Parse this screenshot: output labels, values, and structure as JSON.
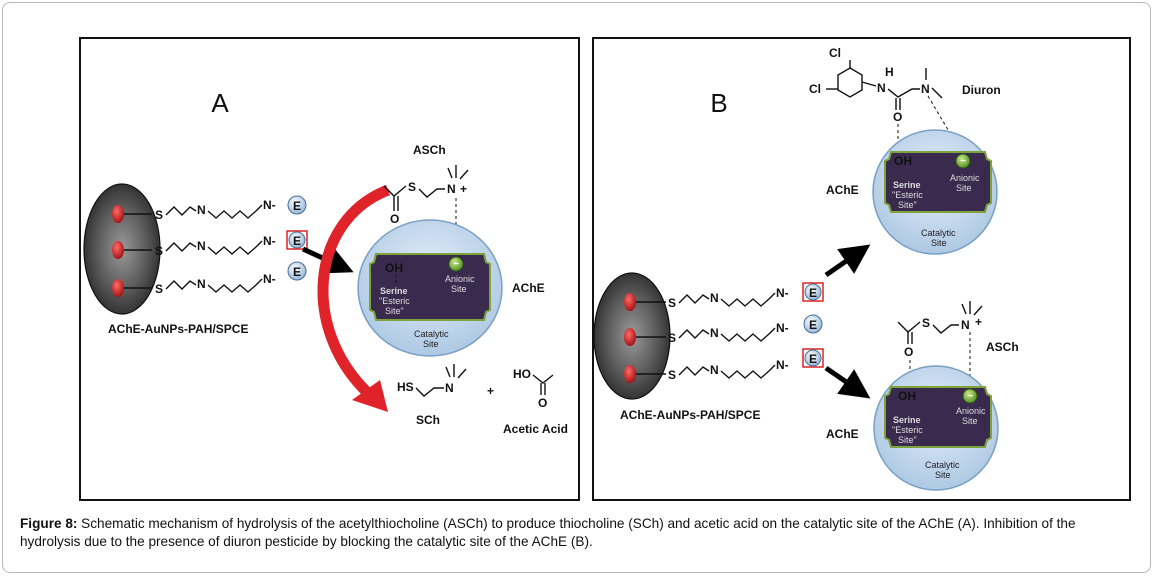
{
  "panelA": {
    "letter": "A",
    "electrode_label": "AChE-AuNPs-PAH/SPCE",
    "substrate_label": "ASCh",
    "enzyme_label": "AChE",
    "product1_label": "SCh",
    "product2_label": "Acetic Acid",
    "plus": "+",
    "catalytic_label_1": "Catalytic",
    "catalytic_label_2": "Site",
    "serine_label": "Serine",
    "esteric_label_1": "\"Esteric",
    "esteric_label_2": "Site\"",
    "anionic_label_1": "Anionic",
    "anionic_label_2": "Site",
    "oh_label": "OH",
    "enzyme_marker": "E"
  },
  "panelB": {
    "letter": "B",
    "electrode_label": "AChE-AuNPs-PAH/SPCE",
    "inhibitor_label": "Diuron",
    "substrate_label": "ASCh",
    "enzyme_label_top": "AChE",
    "enzyme_label_bottom": "AChE",
    "catalytic_label_1": "Catalytic",
    "catalytic_label_2": "Site",
    "serine_label": "Serine",
    "esteric_label_1": "\"Esteric",
    "esteric_label_2": "Site\"",
    "anionic_label_1": "Anionic",
    "anionic_label_2": "Site",
    "oh_label": "OH",
    "enzyme_marker": "E"
  },
  "caption": {
    "prefix": "Figure 8:",
    "text": " Schematic mechanism of hydrolysis of the acetylthiocholine (ASCh) to produce thiocholine (SCh) and acetic acid on the catalytic site of the AChE (A). Inhibition of the hydrolysis due to the presence of diuron pesticide by blocking the catalytic site of the AChE (B)."
  },
  "colors": {
    "enzyme_fill": "#c8ddf0",
    "active_site": "#3a2a4e",
    "active_border": "#7da33a",
    "arrow_red": "#e0232a",
    "anionic_green": "#6fa63a"
  }
}
